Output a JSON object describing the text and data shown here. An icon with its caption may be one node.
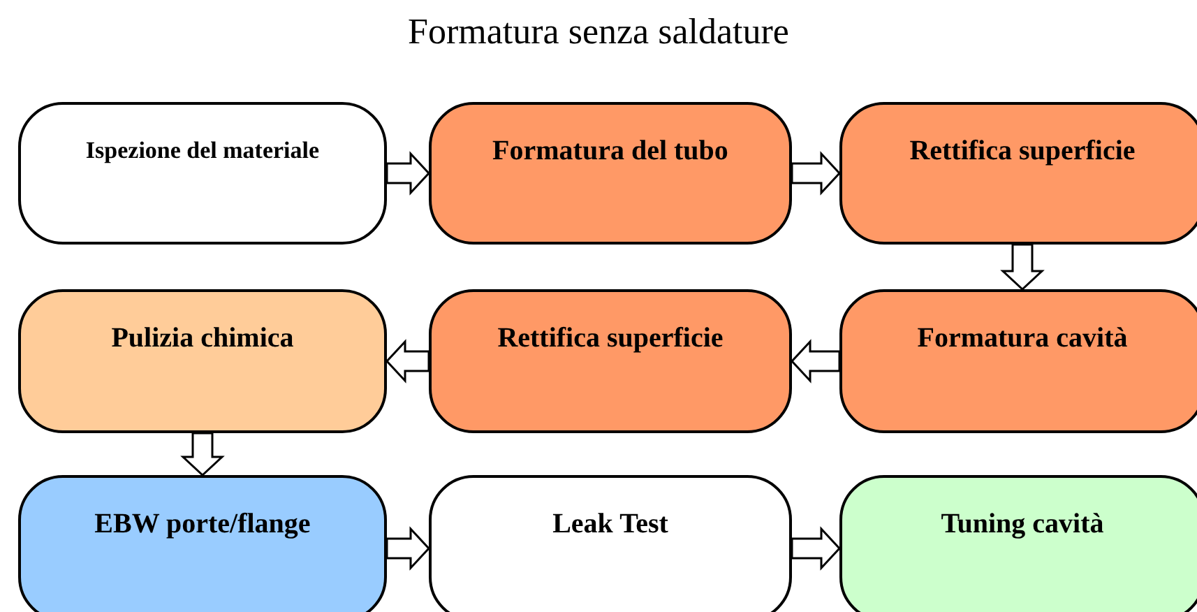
{
  "diagram": {
    "title": "Formatura senza saldature",
    "nodes": [
      {
        "text": [
          "Ispezione del materiale"
        ]
      },
      {
        "text": [
          "Formatura del tubo"
        ]
      },
      {
        "text": [
          "Rettifica superficie"
        ]
      },
      {
        "text": [
          "Pulizia chimica"
        ]
      },
      {
        "text": [
          "Rettifica superficie"
        ]
      },
      {
        "text": [
          "Formatura cavità"
        ]
      },
      {
        "text": [
          "EBW porte/flange"
        ]
      },
      {
        "text": [
          "Leak Test"
        ]
      },
      {
        "text": [
          "Tuning cavità"
        ]
      }
    ],
    "edges": [
      {
        "from": 0,
        "to": 1,
        "arrow": "to"
      },
      {
        "from": 1,
        "to": 2,
        "arrow": "to"
      },
      {
        "from": 2,
        "to": 5,
        "arrow": "to"
      },
      {
        "from": 5,
        "to": 4,
        "arrow": "to"
      },
      {
        "from": 4,
        "to": 3,
        "arrow": "to"
      },
      {
        "from": 3,
        "to": 6,
        "arrow": "to"
      },
      {
        "from": 6,
        "to": 7,
        "arrow": "to"
      },
      {
        "from": 7,
        "to": 8,
        "arrow": "to"
      }
    ]
  }
}
